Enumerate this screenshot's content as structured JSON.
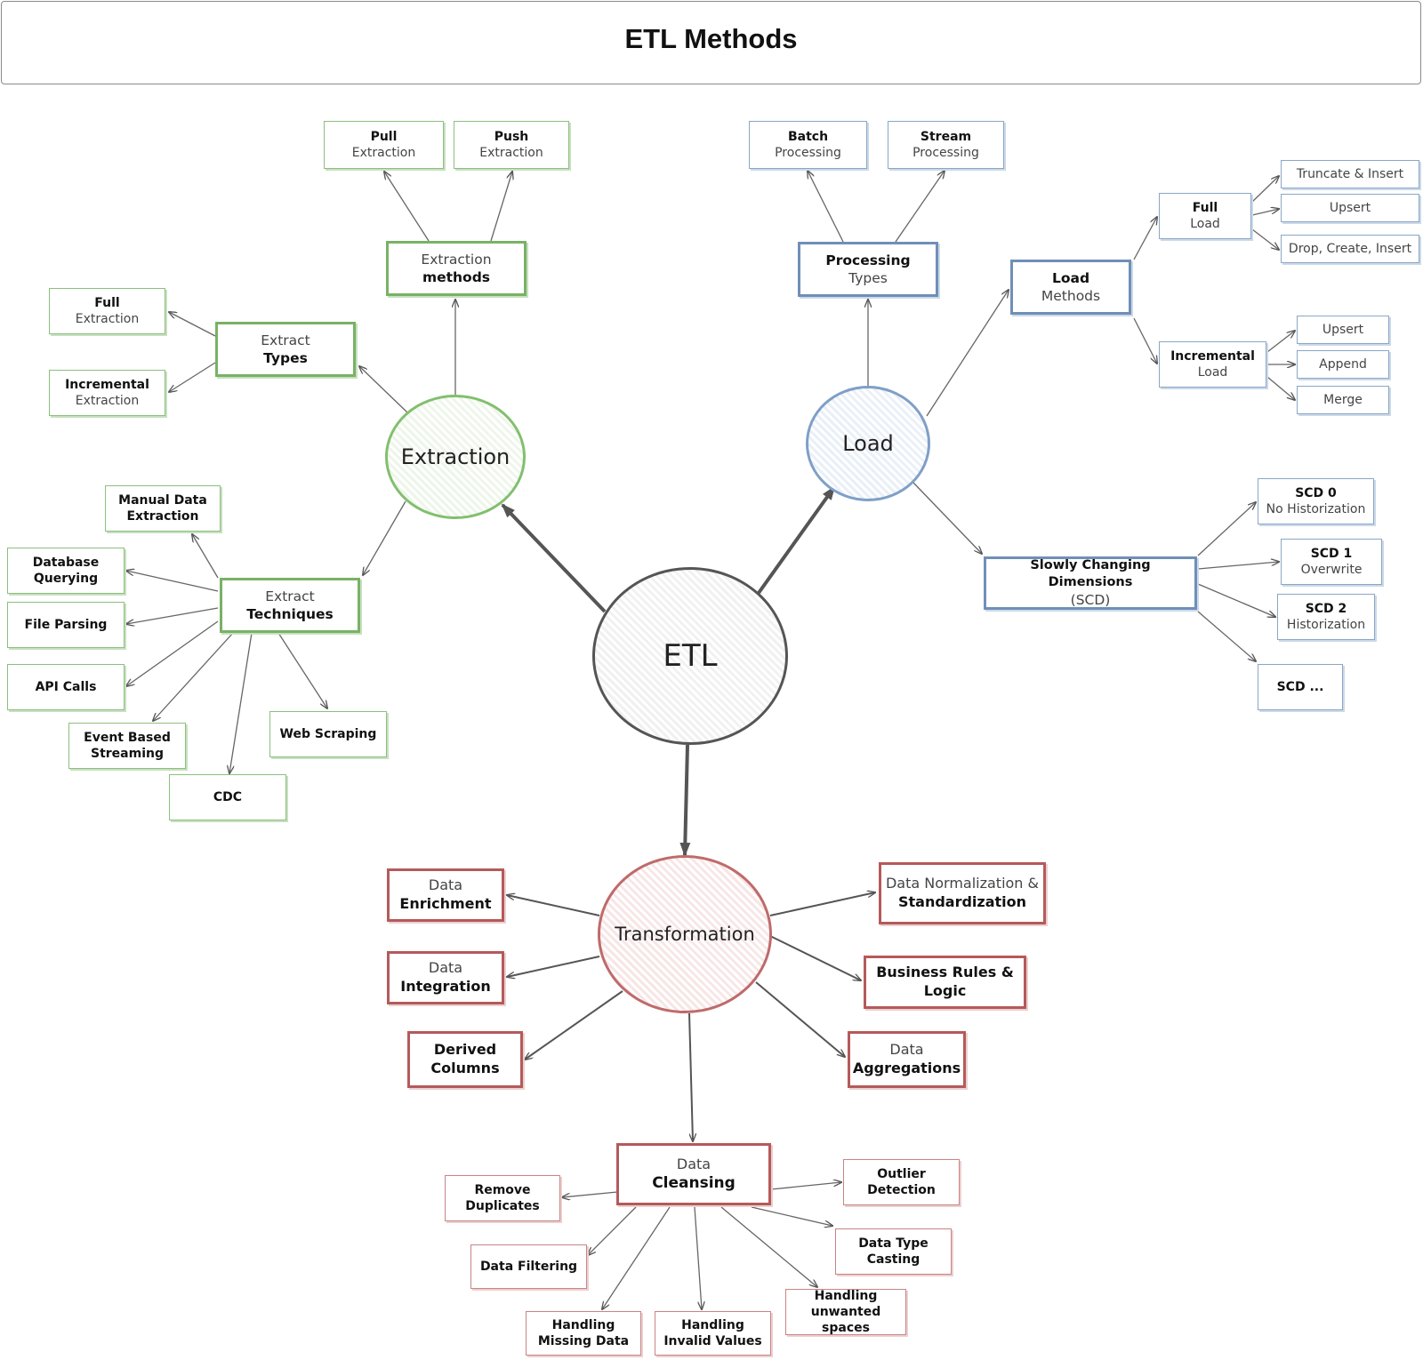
{
  "title": "ETL Methods",
  "hubs": {
    "etl": "ETL",
    "extraction": "Extraction",
    "load": "Load",
    "transformation": "Transformation"
  },
  "extraction": {
    "methods": [
      "Extraction",
      "methods"
    ],
    "pull": [
      "Pull",
      "Extraction"
    ],
    "push": [
      "Push",
      "Extraction"
    ],
    "types": [
      "Extract",
      "Types"
    ],
    "full": [
      "Full",
      "Extraction"
    ],
    "incremental": [
      "Incremental",
      "Extraction"
    ],
    "techniques": [
      "Extract",
      "Techniques"
    ],
    "manual": [
      "Manual Data",
      "Extraction"
    ],
    "database": [
      "Database",
      "Querying"
    ],
    "file": [
      "File Parsing"
    ],
    "api": [
      "API Calls"
    ],
    "event": [
      "Event Based",
      "Streaming"
    ],
    "cdc": [
      "CDC"
    ],
    "web": [
      "Web Scraping"
    ]
  },
  "load": {
    "processing": [
      "Processing",
      "Types"
    ],
    "batch": [
      "Batch",
      "Processing"
    ],
    "stream": [
      "Stream",
      "Processing"
    ],
    "methods": [
      "Load",
      "Methods"
    ],
    "full": [
      "Full",
      "Load"
    ],
    "truncate": [
      "Truncate & Insert"
    ],
    "upsert_full": [
      "Upsert"
    ],
    "drop": [
      "Drop, Create, Insert"
    ],
    "incremental": [
      "Incremental",
      "Load"
    ],
    "upsert_inc": [
      "Upsert"
    ],
    "append": [
      "Append"
    ],
    "merge": [
      "Merge"
    ],
    "scd": [
      "Slowly Changing Dimensions",
      "(SCD)"
    ],
    "scd0": [
      "SCD 0",
      "No Historization"
    ],
    "scd1": [
      "SCD 1",
      "Overwrite"
    ],
    "scd2": [
      "SCD 2",
      "Historization"
    ],
    "scdx": [
      "SCD ..."
    ]
  },
  "transformation": {
    "enrichment": [
      "Data",
      "Enrichment"
    ],
    "integration": [
      "Data",
      "Integration"
    ],
    "derived": [
      "Derived",
      "Columns"
    ],
    "normalization": [
      "Data Normalization &",
      "Standardization"
    ],
    "business": [
      "Business Rules &",
      "Logic"
    ],
    "aggregations": [
      "Data",
      "Aggregations"
    ],
    "cleansing": [
      "Data",
      "Cleansing"
    ],
    "remove_dup": [
      "Remove",
      "Duplicates"
    ],
    "filtering": [
      "Data Filtering"
    ],
    "missing": [
      "Handling",
      "Missing Data"
    ],
    "invalid": [
      "Handling",
      "Invalid Values"
    ],
    "spaces": [
      "Handling",
      "unwanted spaces"
    ],
    "casting": [
      "Data Type",
      "Casting"
    ],
    "outlier": [
      "Outlier Detection"
    ]
  },
  "colors": {
    "extraction": "#78b266",
    "load": "#6f8fb8",
    "transformation": "#b55a5a",
    "etl": "#555555",
    "arrow": "#555555"
  }
}
